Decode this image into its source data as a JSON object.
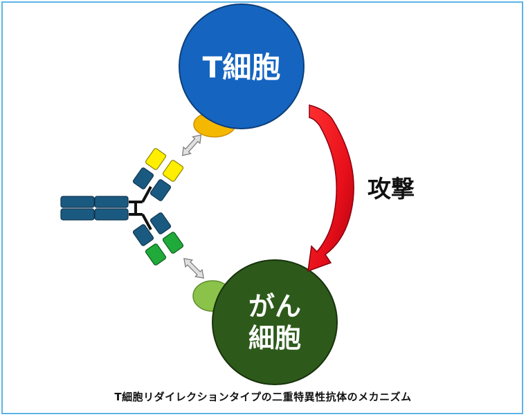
{
  "t_cell": {
    "label": "T細胞",
    "color": "#1565c0"
  },
  "cancer_cell": {
    "label_line1": "がん",
    "label_line2": "細胞",
    "color": "#2d5a1b"
  },
  "attack_label": "攻撃",
  "caption": "T細胞リダイレクションタイプの二重特異性抗体のメカニズム",
  "colors": {
    "t_receptor": "#f5b800",
    "cancer_antigen": "#8bc34a",
    "antibody_body": "#1b5a80",
    "antibody_tip_top": "#ffee00",
    "antibody_tip_bottom": "#1faa3a",
    "arrow_red": "#e8101a"
  },
  "icons": [
    "double-arrow-icon",
    "red-curved-arrow-icon"
  ]
}
